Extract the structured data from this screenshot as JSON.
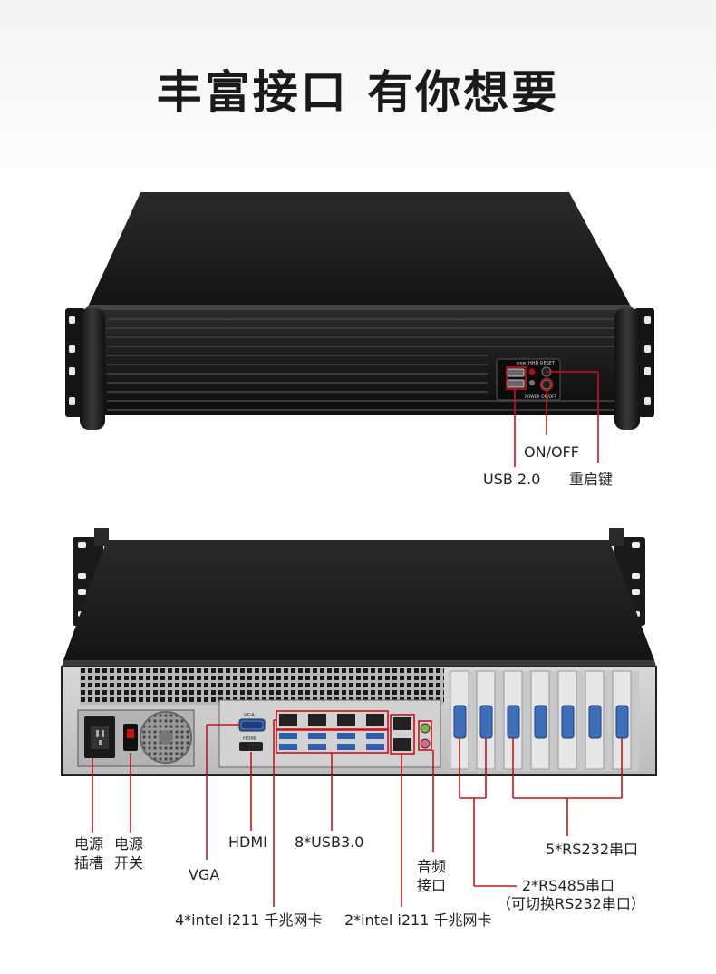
{
  "title": "丰富接口 有你想要",
  "colors": {
    "callout": "#d0101a",
    "chassis": "#1c1c1c",
    "serial_port": "#3d6fb8"
  },
  "front": {
    "panel_labels": {
      "usb": "USB",
      "hdd": "HHD",
      "reset": "RESET",
      "power": "POWER ON/OFF"
    },
    "callouts": {
      "onoff": "ON/OFF",
      "usb": "USB 2.0",
      "reset": "重启键"
    }
  },
  "rear": {
    "panel_labels": {
      "vga": "VGA",
      "hdmi": "HDMI"
    },
    "callouts": {
      "power_socket": "电源\n插槽",
      "power_switch": "电源\n开关",
      "vga": "VGA",
      "hdmi": "HDMI",
      "usb3": "8*USB3.0",
      "lan4": "4*intel i211 千兆网卡",
      "lan2": "2*intel i211 千兆网卡",
      "audio": "音频\n接口",
      "rs232": "5*RS232串口",
      "rs485": "2*RS485串口",
      "rs485_note": "（可切换RS232串口）"
    }
  }
}
